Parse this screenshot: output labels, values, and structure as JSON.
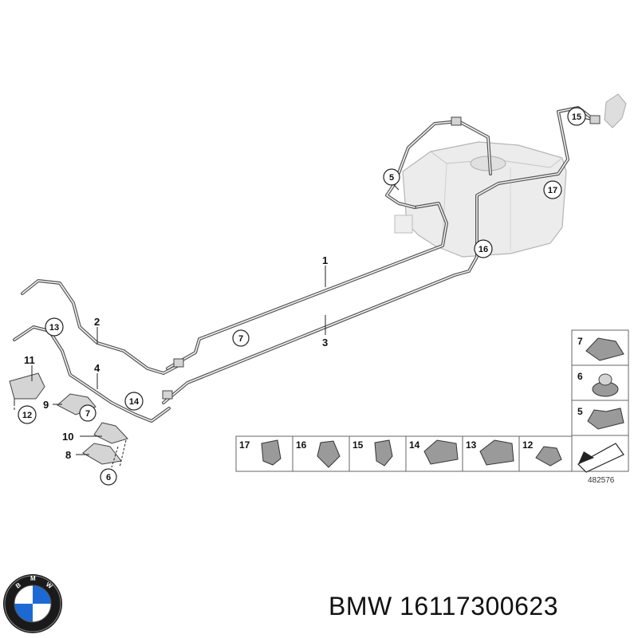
{
  "callouts": [
    "1",
    "2",
    "3",
    "4",
    "5",
    "6",
    "7",
    "8",
    "9",
    "10",
    "11",
    "12",
    "13",
    "14",
    "15",
    "16",
    "17"
  ],
  "legend_numbers": [
    "17",
    "16",
    "15",
    "14",
    "13",
    "12",
    "7",
    "6",
    "5"
  ],
  "reference_number": "482576",
  "logo_letters": "BMW",
  "footer": {
    "brand": "BMW",
    "part_number": "16117300623"
  },
  "colors": {
    "pipe": "#555555",
    "tank": "#e6e6e6",
    "logo_blue": "#1c69d4"
  }
}
